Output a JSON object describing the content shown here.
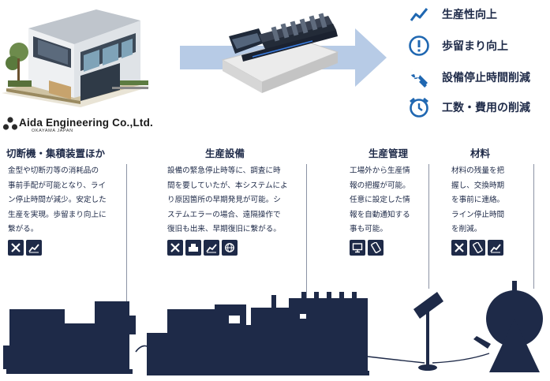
{
  "company": {
    "name": "Aida Engineering Co.,Ltd.",
    "location": "OKAYAMA JAPAN"
  },
  "benefits": [
    {
      "label": "生産性向上",
      "icon": "trend-up-icon"
    },
    {
      "label": "歩留まり向上",
      "icon": "exclamation-circle-icon"
    },
    {
      "label": "設備停止時間削減",
      "icon": "wrench-icon"
    },
    {
      "label": "工数・費用の削減",
      "icon": "alarm-clock-icon"
    }
  ],
  "sections": [
    {
      "title": "切断機・集積装置ほか",
      "lines": [
        "金型や切断刃等の消耗品の",
        "事前手配が可能となり、ライ",
        "ン停止時間が減少。安定した",
        "生産を実現。歩留まり向上に",
        "繋がる。"
      ],
      "icons": [
        "tools-icon",
        "chart-icon"
      ]
    },
    {
      "title": "生産設備",
      "lines": [
        "設備の緊急停止時等に、調査に時",
        "間を要していたが、本システムによ",
        "り原因箇所の早期発見が可能。シ",
        "ステムエラーの場合、遠隔操作で",
        "復旧も出来、早期復旧に繋がる。"
      ],
      "icons": [
        "tools-icon",
        "machine-icon",
        "chart-icon",
        "remote-globe-icon"
      ]
    },
    {
      "title": "生産管理",
      "lines": [
        "工場外から生産情",
        "報の把握が可能。",
        "任意に設定した情",
        "報を自動通知する",
        "事も可能。"
      ],
      "icons": [
        "monitor-icon",
        "smartphone-icon"
      ]
    },
    {
      "title": "材料",
      "lines": [
        "材料の残量を把",
        "握し、交換時期",
        "を事前に連絡。",
        "ライン停止時間",
        "を削減。"
      ],
      "icons": [
        "tools-icon",
        "smartphone-icon",
        "chart-icon"
      ]
    }
  ],
  "colors": {
    "navy": "#1e2a48",
    "benefit_icon": "#1f67b1",
    "arrow": "#b7cbe6",
    "divider": "#8c93a5"
  }
}
